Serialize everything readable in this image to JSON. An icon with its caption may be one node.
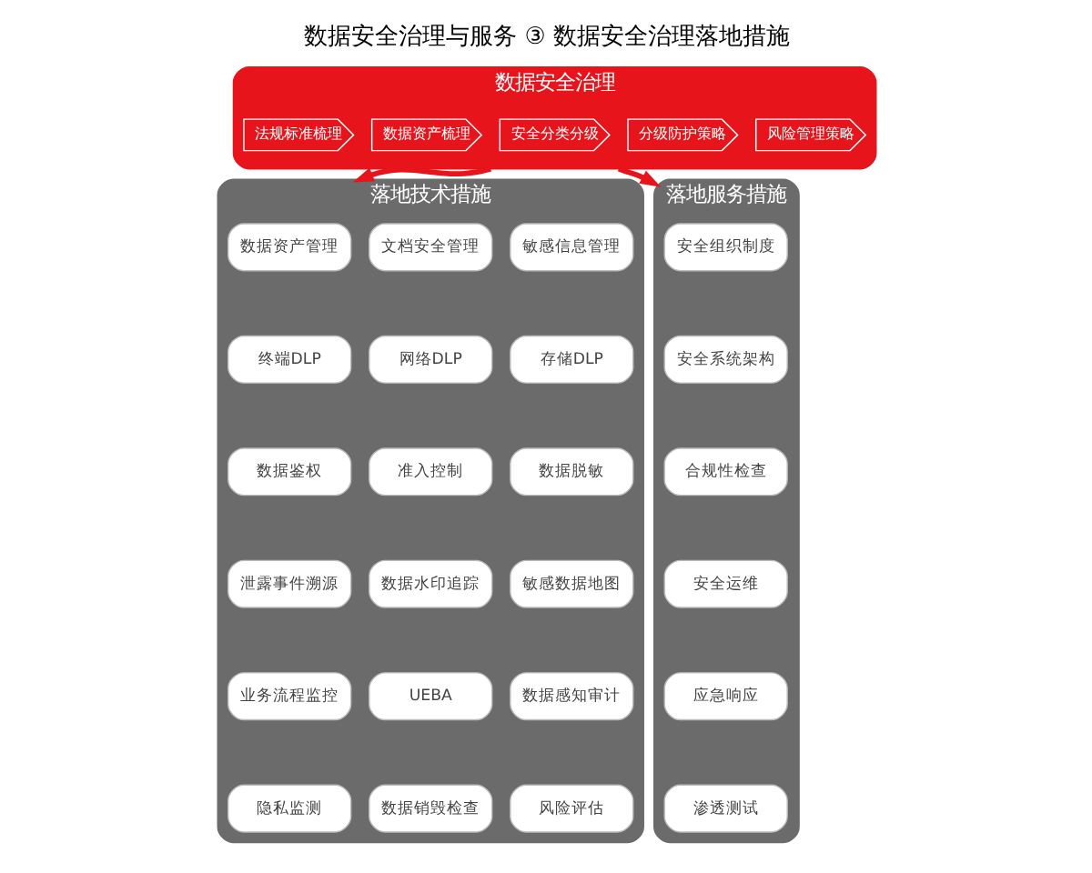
{
  "diagram": {
    "title": "数据安全治理与服务 ③ 数据安全治理落地措施",
    "nodes": [
      {
        "text": [
          "数据安全治理"
        ]
      },
      {
        "text": [
          "法规标准梳理"
        ],
        "in": 0
      },
      {
        "text": [
          "数据资产梳理"
        ],
        "in": 0
      },
      {
        "text": [
          "安全分类分级"
        ],
        "in": 0
      },
      {
        "text": [
          "分级防护策略"
        ],
        "in": 0
      },
      {
        "text": [
          "风险管理策略"
        ],
        "in": 0
      },
      {
        "text": [
          "落地技术措施"
        ]
      },
      {
        "text": [
          "数据资产管理"
        ],
        "in": 6
      },
      {
        "text": [
          "文档安全管理"
        ],
        "in": 6
      },
      {
        "text": [
          "敏感信息管理"
        ],
        "in": 6
      },
      {
        "text": [
          "终端DLP"
        ],
        "in": 6
      },
      {
        "text": [
          "网络DLP"
        ],
        "in": 6
      },
      {
        "text": [
          "存储DLP"
        ],
        "in": 6
      },
      {
        "text": [
          "数据鉴权"
        ],
        "in": 6
      },
      {
        "text": [
          "准入控制"
        ],
        "in": 6
      },
      {
        "text": [
          "数据脱敏"
        ],
        "in": 6
      },
      {
        "text": [
          "泄露事件溯源"
        ],
        "in": 6
      },
      {
        "text": [
          "数据水印追踪"
        ],
        "in": 6
      },
      {
        "text": [
          "敏感数据地图"
        ],
        "in": 6
      },
      {
        "text": [
          "业务流程监控"
        ],
        "in": 6
      },
      {
        "text": [
          "UEBA"
        ],
        "in": 6
      },
      {
        "text": [
          "数据感知审计"
        ],
        "in": 6
      },
      {
        "text": [
          "隐私监测"
        ],
        "in": 6
      },
      {
        "text": [
          "数据销毁检查"
        ],
        "in": 6
      },
      {
        "text": [
          "风险评估"
        ],
        "in": 6
      },
      {
        "text": [
          "落地服务措施"
        ]
      },
      {
        "text": [
          "安全组织制度"
        ],
        "in": 25
      },
      {
        "text": [
          "安全系统架构"
        ],
        "in": 25
      },
      {
        "text": [
          "合规性检查"
        ],
        "in": 25
      },
      {
        "text": [
          "安全运维"
        ],
        "in": 25
      },
      {
        "text": [
          "应急响应"
        ],
        "in": 25
      },
      {
        "text": [
          "渗透测试"
        ],
        "in": 25
      }
    ],
    "edges": [
      {
        "from": 0,
        "to": 6,
        "arrow": "to"
      },
      {
        "from": 0,
        "to": 25,
        "arrow": "to"
      }
    ]
  }
}
